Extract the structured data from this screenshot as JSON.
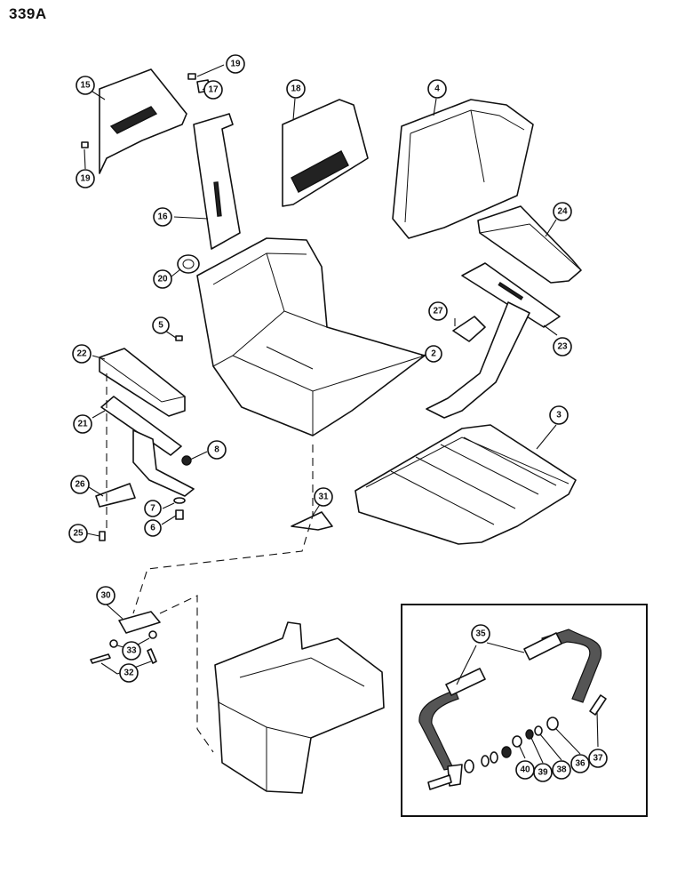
{
  "page": {
    "title": "339A"
  },
  "callouts": [
    {
      "id": "15",
      "label": "15"
    },
    {
      "id": "19a",
      "label": "19"
    },
    {
      "id": "17",
      "label": "17"
    },
    {
      "id": "19b",
      "label": "19"
    },
    {
      "id": "18",
      "label": "18"
    },
    {
      "id": "4",
      "label": "4"
    },
    {
      "id": "16",
      "label": "16"
    },
    {
      "id": "24",
      "label": "24"
    },
    {
      "id": "20",
      "label": "20"
    },
    {
      "id": "27",
      "label": "27"
    },
    {
      "id": "5",
      "label": "5"
    },
    {
      "id": "23",
      "label": "23"
    },
    {
      "id": "22",
      "label": "22"
    },
    {
      "id": "2",
      "label": "2"
    },
    {
      "id": "21",
      "label": "21"
    },
    {
      "id": "3",
      "label": "3"
    },
    {
      "id": "8",
      "label": "8"
    },
    {
      "id": "26",
      "label": "26"
    },
    {
      "id": "7",
      "label": "7"
    },
    {
      "id": "31",
      "label": "31"
    },
    {
      "id": "6",
      "label": "6"
    },
    {
      "id": "25",
      "label": "25"
    },
    {
      "id": "30",
      "label": "30"
    },
    {
      "id": "33",
      "label": "33"
    },
    {
      "id": "32",
      "label": "32"
    },
    {
      "id": "35",
      "label": "35"
    },
    {
      "id": "37",
      "label": "37"
    },
    {
      "id": "36",
      "label": "36"
    },
    {
      "id": "38",
      "label": "38"
    },
    {
      "id": "39",
      "label": "39"
    },
    {
      "id": "40",
      "label": "40"
    }
  ]
}
